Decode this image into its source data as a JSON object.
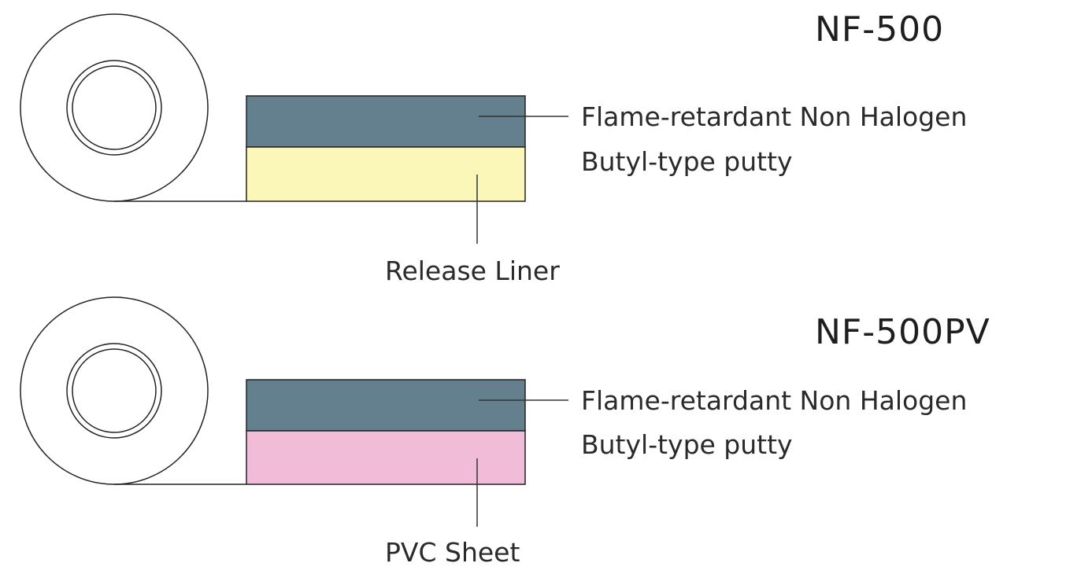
{
  "products": [
    {
      "name": "NF-500",
      "top_layer_label_line1": "Flame-retardant Non Halogen",
      "top_layer_label_line2": "Butyl-type putty",
      "bottom_layer_label": "Release Liner",
      "top_layer_color": "#64808f",
      "bottom_layer_color": "#fbf7b8"
    },
    {
      "name": "NF-500PV",
      "top_layer_label_line1": "Flame-retardant Non Halogen",
      "top_layer_label_line2": "Butyl-type putty",
      "bottom_layer_label": "PVC Sheet",
      "top_layer_color": "#64808f",
      "bottom_layer_color": "#f1bcd8"
    }
  ]
}
